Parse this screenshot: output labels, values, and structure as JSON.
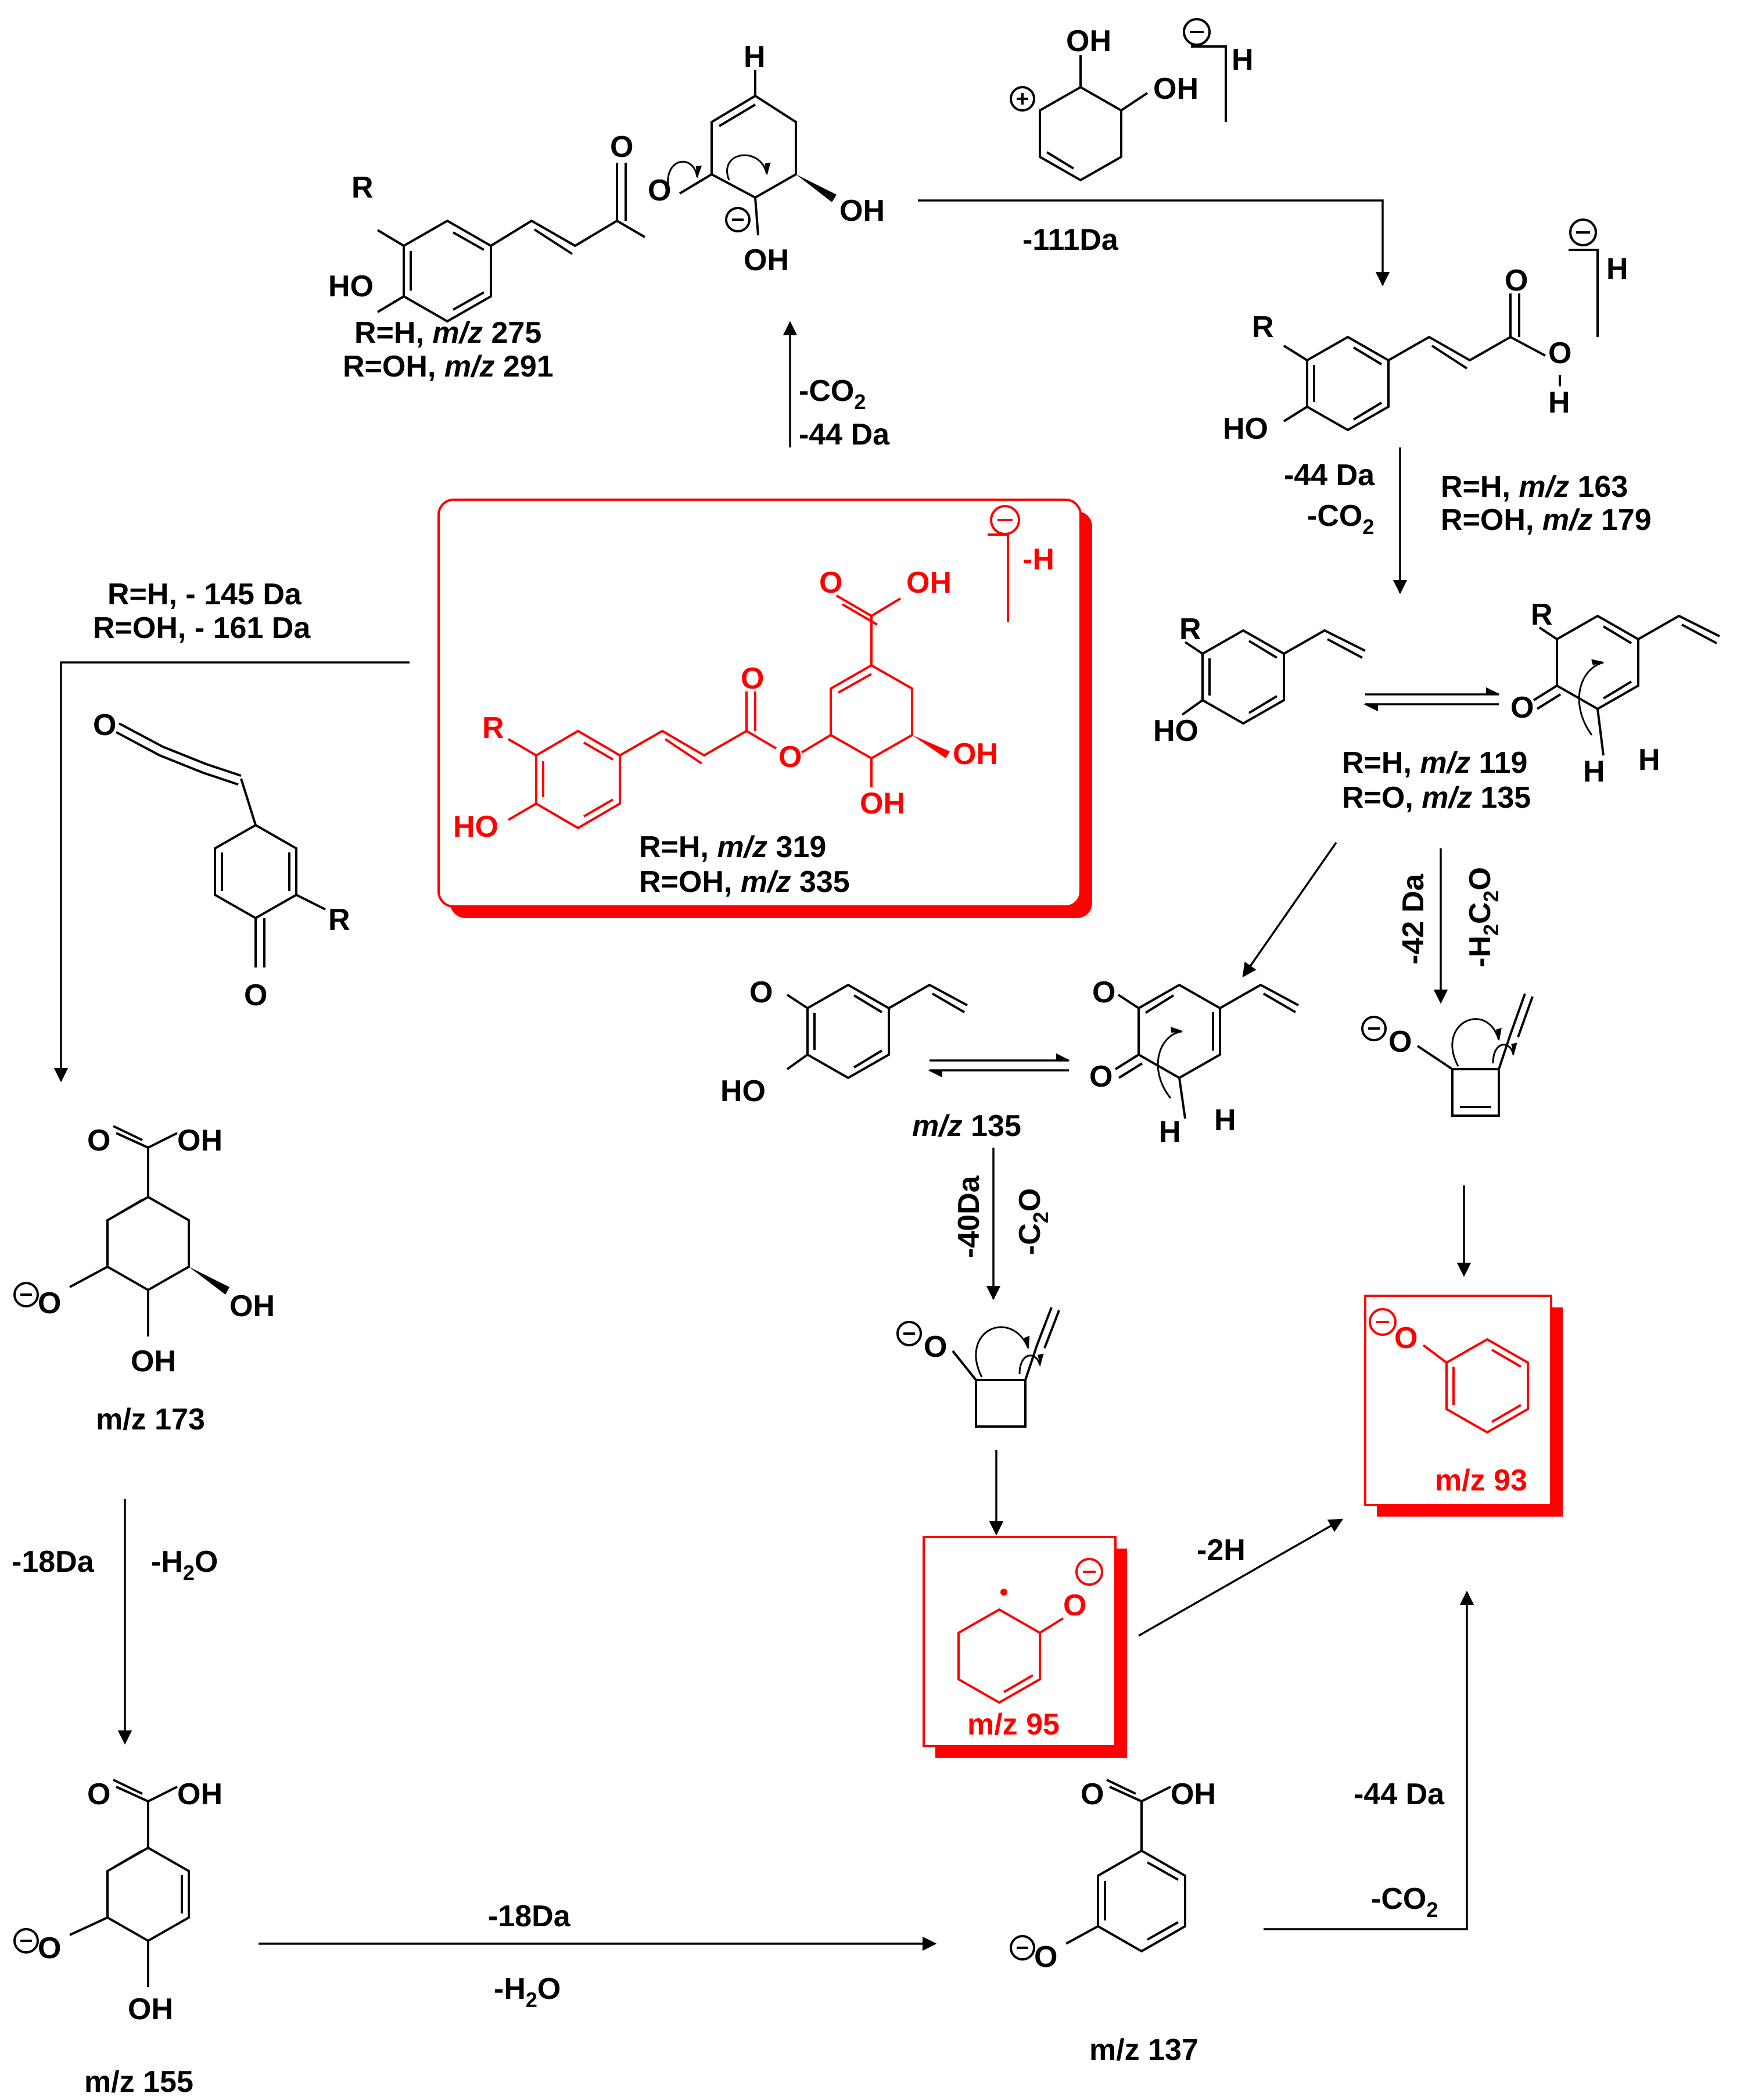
{
  "parent": {
    "R": "R",
    "OH": "OH",
    "HO": "HO",
    "O": "O",
    "acid": "OH",
    "charge": "-H",
    "line1": "R=H, ",
    "mz": "m/z",
    "v1": " 319",
    "line2": "R=OH, ",
    "v2": " 335"
  },
  "top_left": {
    "R": "R",
    "HO": "HO",
    "O": "O",
    "H": "H",
    "OH": "OH",
    "line1": "R=H, ",
    "mz": "m/z",
    "v1": " 275",
    "line2": "R=OH, ",
    "v2": " 291"
  },
  "step_co2_44": {
    "a": "-CO",
    "b": "2",
    "c": "-44 Da"
  },
  "cation": {
    "OH1": "OH",
    "OH2": "OH",
    "H": "H",
    "loss": "-111Da"
  },
  "caffeic": {
    "R": "R",
    "HO": "HO",
    "O": "O",
    "OH": "O",
    "H1": "H",
    "H2": "H",
    "line1": "R=H, ",
    "mz": "m/z",
    "v1": " 163",
    "line2": "R=OH, ",
    "v2": " 179"
  },
  "step_44_co2_right": {
    "a": "-44 Da",
    "b": "-CO",
    "c": "2"
  },
  "vinylphenol": {
    "R": "R",
    "HO": "HO",
    "R2": "R",
    "O2": "O",
    "H1": "H",
    "H2": "H",
    "line1": "R=H, ",
    "mz": "m/z",
    "v1": " 119",
    "line2": "R=O, ",
    "v2": " 135"
  },
  "step_42": {
    "a": "-42 Da",
    "b": "-H",
    "c": "2",
    "d": "C",
    "e": "2",
    "f": "O"
  },
  "left_branch": {
    "loss1": "R=H, - 145 Da",
    "loss2": "R=OH, - 161 Da",
    "O1": "O",
    "O2": "O",
    "R": "R"
  },
  "quinic": {
    "O": "O",
    "OH": "OH",
    "Om": "O",
    "OH2": "OH",
    "OH3": "OH",
    "label": "m/z 173"
  },
  "step_18_left": {
    "a": "-18Da",
    "b": "-H",
    "c": "2",
    "d": "O"
  },
  "quinic155": {
    "O": "O",
    "OH": "OH",
    "Om": "O",
    "OH2": "OH",
    "label": "m/z 155"
  },
  "step_18_bottom": {
    "a": "-18Da",
    "b": "-H",
    "c": "2",
    "d": "O"
  },
  "catechol_vinyl": {
    "O": "O",
    "HO": "HO",
    "mz": "m/z",
    "v": " 135",
    "O2": "O",
    "O3": "O",
    "H1": "H",
    "H2": "H"
  },
  "step_40": {
    "a": "-40Da",
    "b": "-C",
    "c": "2",
    "d": "O"
  },
  "cyclobutene_right": {
    "O": "O"
  },
  "cyclobutene_mid": {
    "O": "O"
  },
  "phenoxide": {
    "O": "O",
    "label": "m/z 93"
  },
  "cyclohexenyl": {
    "O": "O",
    "label": "m/z 95"
  },
  "step_2h": {
    "a": "-2H"
  },
  "benzoic": {
    "O": "O",
    "OH": "OH",
    "Om": "O",
    "label": "m/z 137"
  },
  "step_44_bottom": {
    "a": "-44 Da",
    "b": "-CO",
    "c": "2"
  },
  "colors": {
    "accent": "#ff0000",
    "ink": "#000000"
  }
}
